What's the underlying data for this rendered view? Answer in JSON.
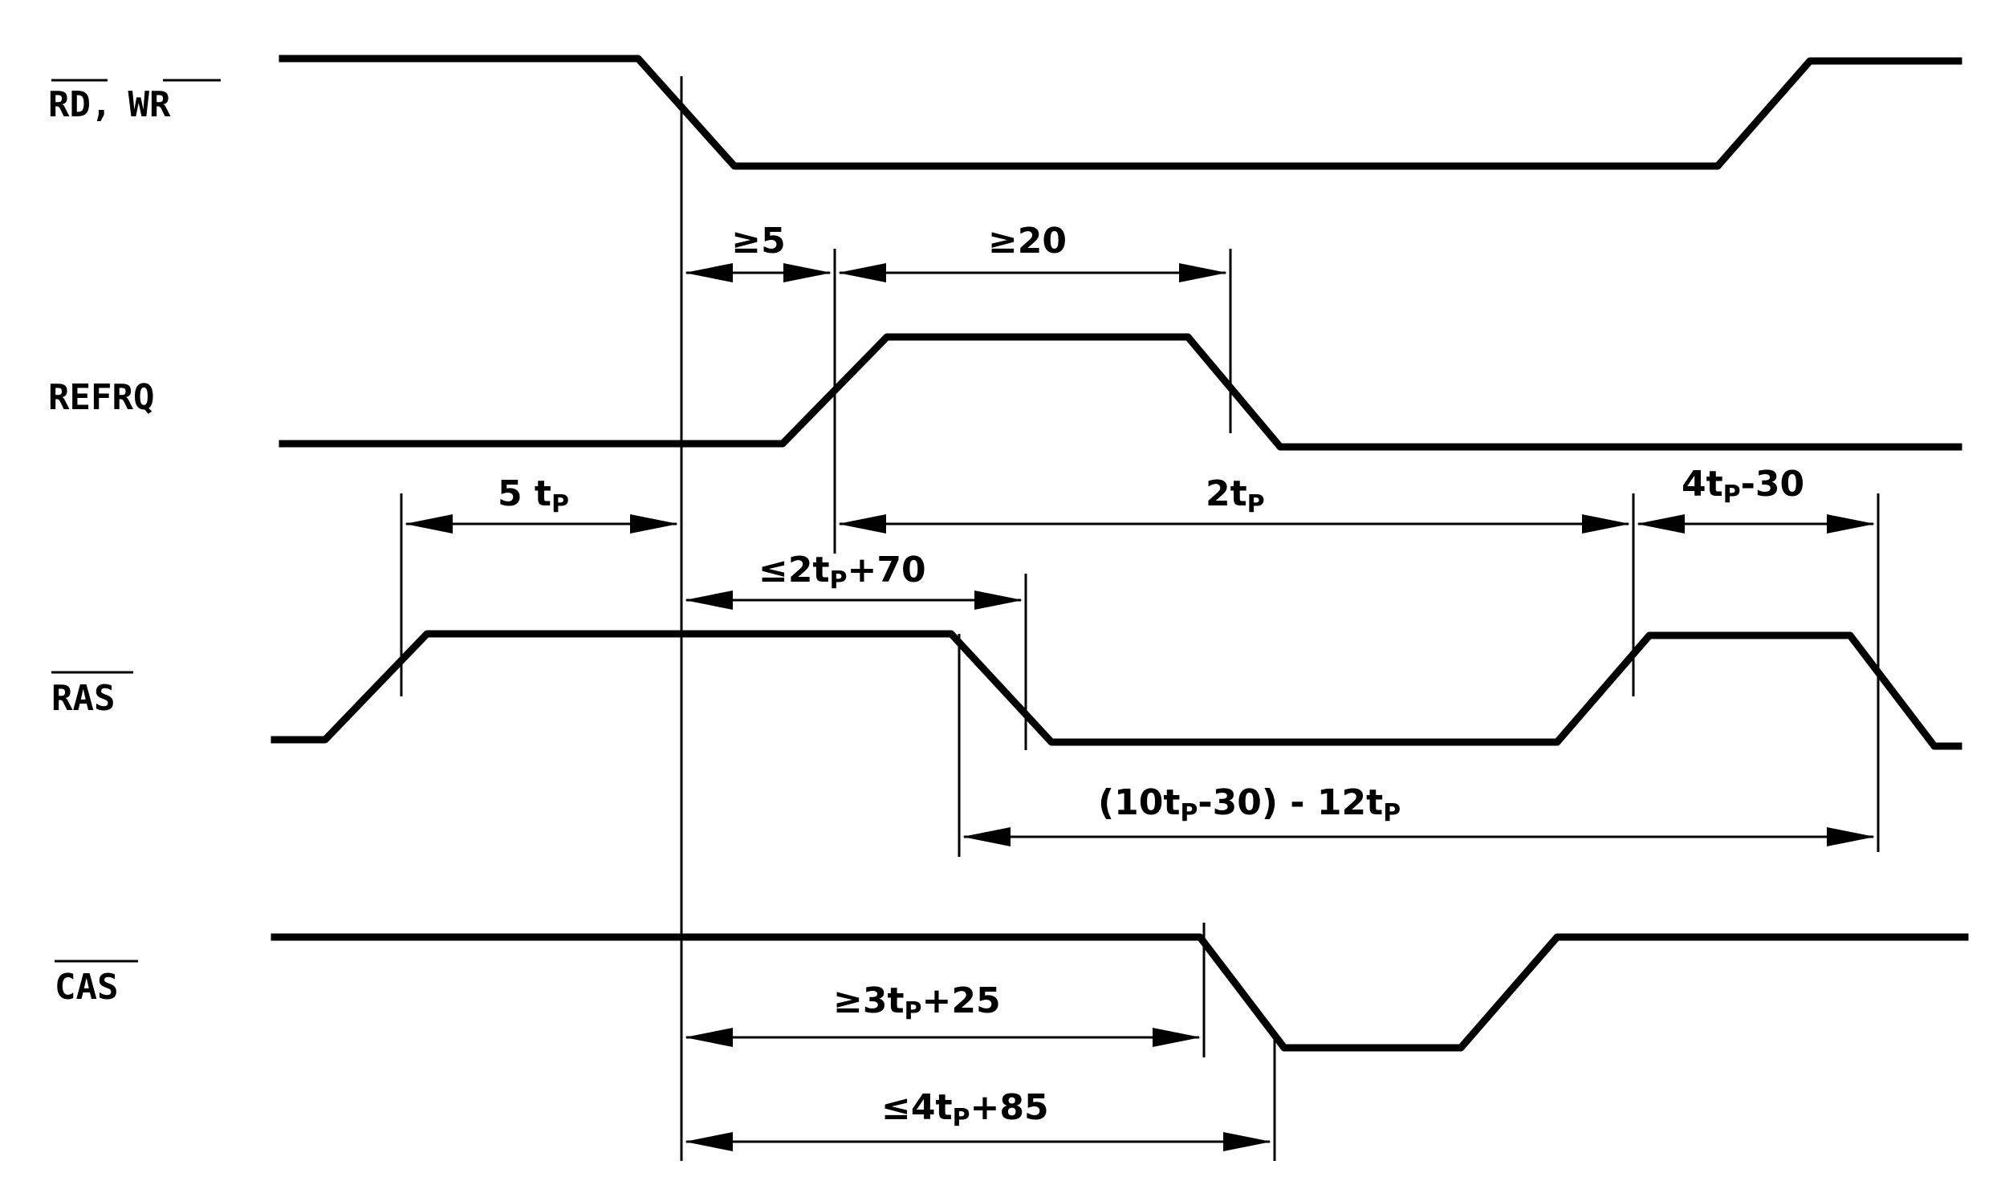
{
  "signals": {
    "rd_wr": {
      "part1": "RD",
      "sep": ",",
      "part2": "WR"
    },
    "refrq": "REFRQ",
    "ras": "RAS",
    "cas": "CAS"
  },
  "dimensions": {
    "rd_to_refrq": {
      "pre": "≥5",
      "sub": "",
      "post": ""
    },
    "refrq_width": {
      "pre": "≥20",
      "sub": "",
      "post": ""
    },
    "five_tp": {
      "pre": "5 t",
      "sub": "P",
      "post": ""
    },
    "two_tp": {
      "pre": "2t",
      "sub": "P",
      "post": ""
    },
    "four_tp_30": {
      "pre": "4t",
      "sub": "P",
      "post": "-30"
    },
    "le_2tp_70": {
      "pre": "≤2t",
      "sub": "P",
      "post": "+70"
    },
    "ras_low": {
      "pre": "(10t",
      "sub": "P",
      "mid": "-30) - 12t",
      "sub2": "P"
    },
    "ge_3tp_25": {
      "pre": "≥3t",
      "sub": "P",
      "post": "+25"
    },
    "le_4tp_85": {
      "pre": "≤4t",
      "sub": "P",
      "post": "+85"
    }
  }
}
